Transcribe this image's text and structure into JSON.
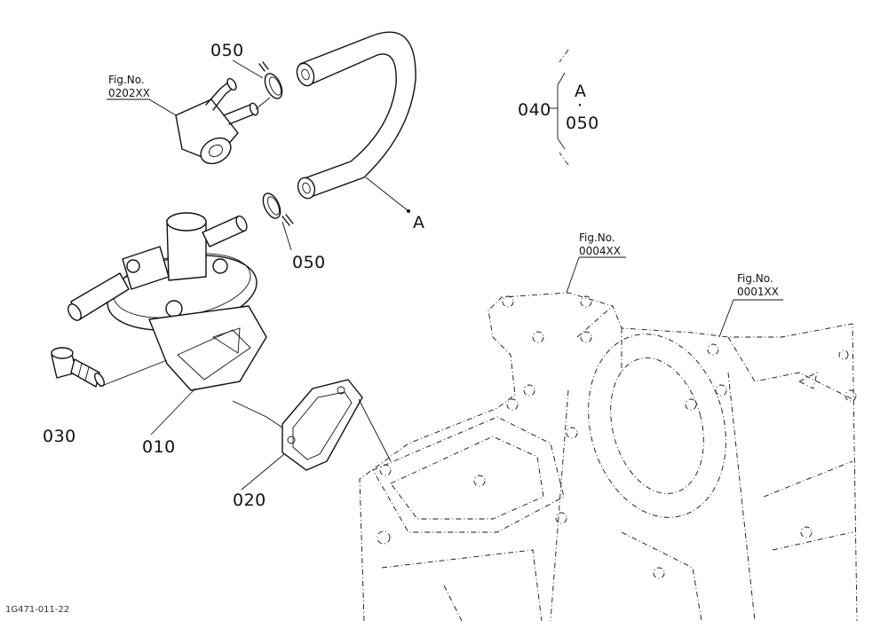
{
  "parts": {
    "p010": "010",
    "p020": "020",
    "p030": "030",
    "p040": "040",
    "p050_top": "050",
    "p050_mid": "050"
  },
  "figures": {
    "fig0202": {
      "label": "Fig.No.",
      "number": "0202XX"
    },
    "fig0004": {
      "label": "Fig.No.",
      "number": "0004XX"
    },
    "fig0001": {
      "label": "Fig.No.",
      "number": "0001XX"
    }
  },
  "legend": {
    "a": "A",
    "dot": "·",
    "b": "050"
  },
  "marker_a": "A",
  "drawing_ref": "1G471-011-22"
}
